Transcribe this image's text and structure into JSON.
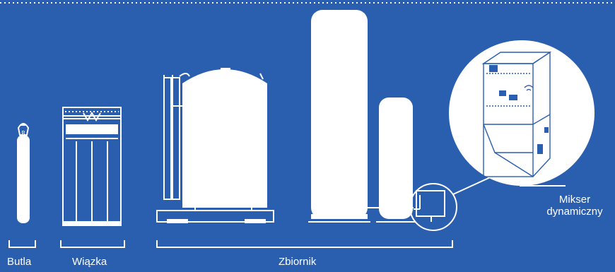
{
  "colors": {
    "background": "#2a5fb0",
    "foreground": "#ffffff"
  },
  "labels": {
    "butla": "Butla",
    "wiazka": "Wiązka",
    "zbiornik": "Zbiornik",
    "mikser_line1": "Mikser",
    "mikser_line2": "dynamiczny"
  },
  "icons": [
    "gas-cylinder-icon",
    "cylinder-bundle-icon",
    "horizontal-tank-icon",
    "tall-vertical-tank-icon",
    "small-vertical-tank-icon",
    "mixer-cabinet-icon",
    "magnifier-circle-icon"
  ]
}
